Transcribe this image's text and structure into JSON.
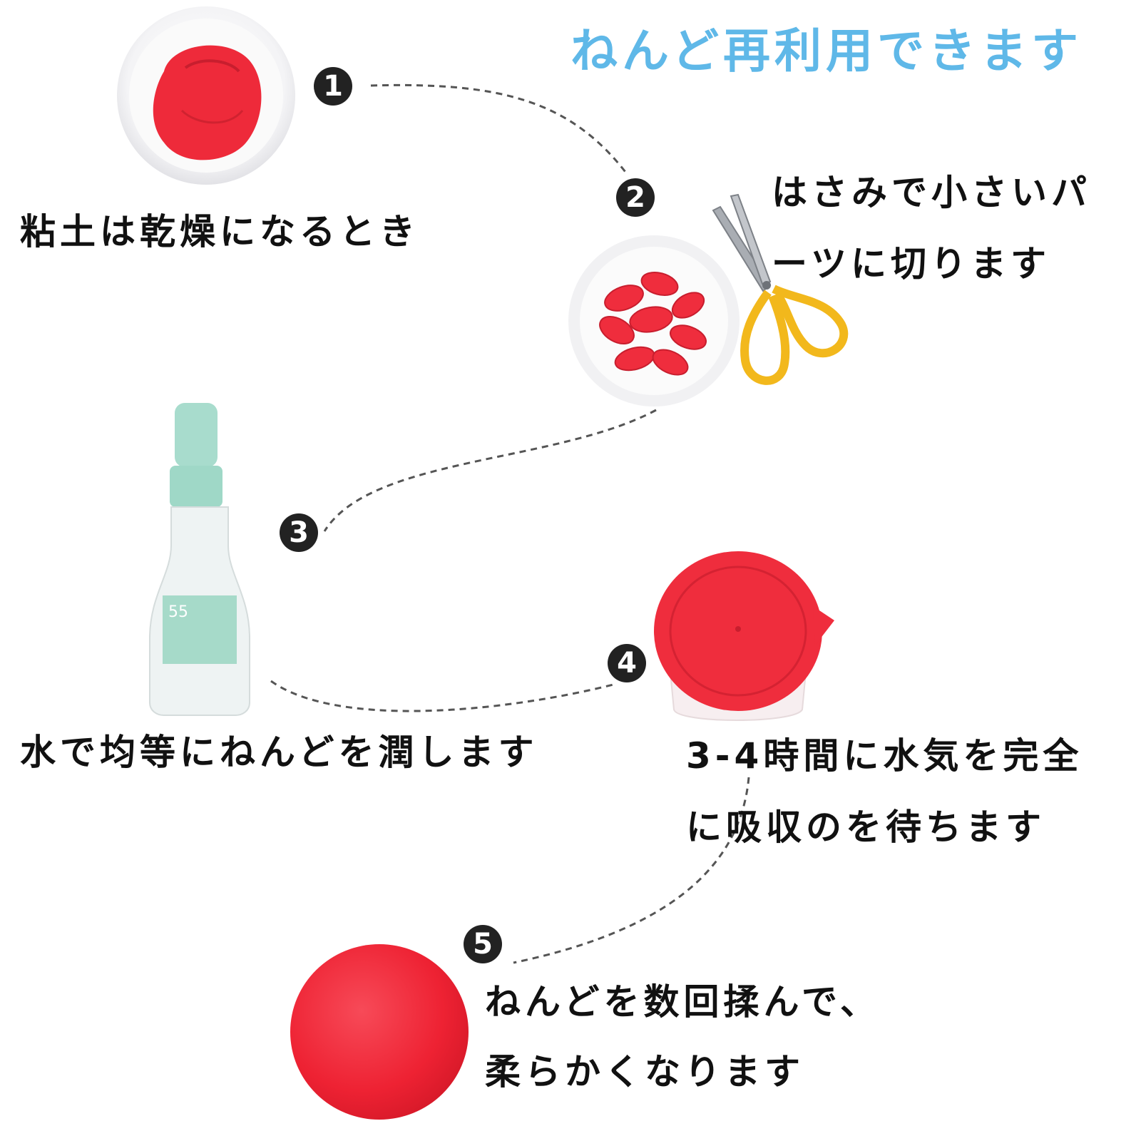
{
  "title": "ねんど再利用できます",
  "colors": {
    "accent": "#5fb8e8",
    "text": "#111111",
    "badge": "#222222",
    "clay": "#f02e3e"
  },
  "steps": [
    {
      "number": "1",
      "lines": [
        "粘土は乾燥になるとき"
      ]
    },
    {
      "number": "2",
      "lines": [
        "はさみで小さいパ",
        "ーツに切ります"
      ]
    },
    {
      "number": "3",
      "lines": [
        "水で均等にねんどを潤します"
      ]
    },
    {
      "number": "4",
      "lines": [
        "3-4時間に水気を完全",
        "に吸収のを待ちます"
      ]
    },
    {
      "number": "5",
      "lines": [
        "ねんどを数回揉んで、",
        "柔らかくなります"
      ]
    }
  ],
  "bottle_label": "55"
}
